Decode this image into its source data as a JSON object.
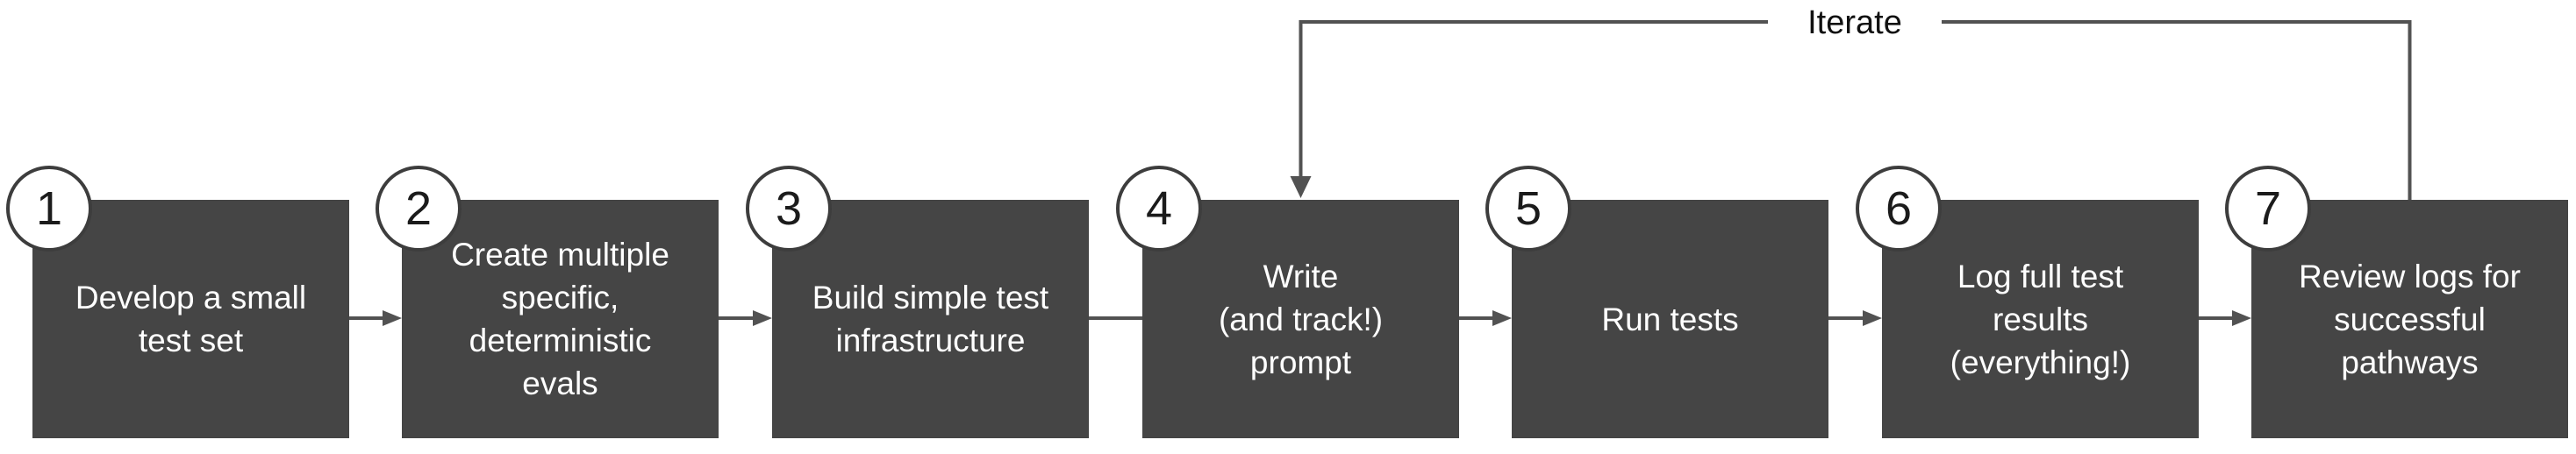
{
  "colors": {
    "background": "#ffffff",
    "box_bg": "#454545",
    "box_text": "#ffffff",
    "connector": "#525252",
    "circle_bg": "#ffffff",
    "circle_border": "#3d3d3d",
    "circle_text": "#1b1b1b",
    "iterate_text": "#111111"
  },
  "iterate_label": "Iterate",
  "steps": [
    {
      "number": "1",
      "title": "Develop a small\ntest set"
    },
    {
      "number": "2",
      "title": "Create multiple\nspecific,\ndeterministic\nevals"
    },
    {
      "number": "3",
      "title": "Build simple test\ninfrastructure"
    },
    {
      "number": "4",
      "title": "Write\n(and track!)\nprompt"
    },
    {
      "number": "5",
      "title": "Run tests"
    },
    {
      "number": "6",
      "title": "Log full test\nresults\n(everything!)"
    },
    {
      "number": "7",
      "title": "Review logs for\nsuccessful\npathways"
    }
  ]
}
